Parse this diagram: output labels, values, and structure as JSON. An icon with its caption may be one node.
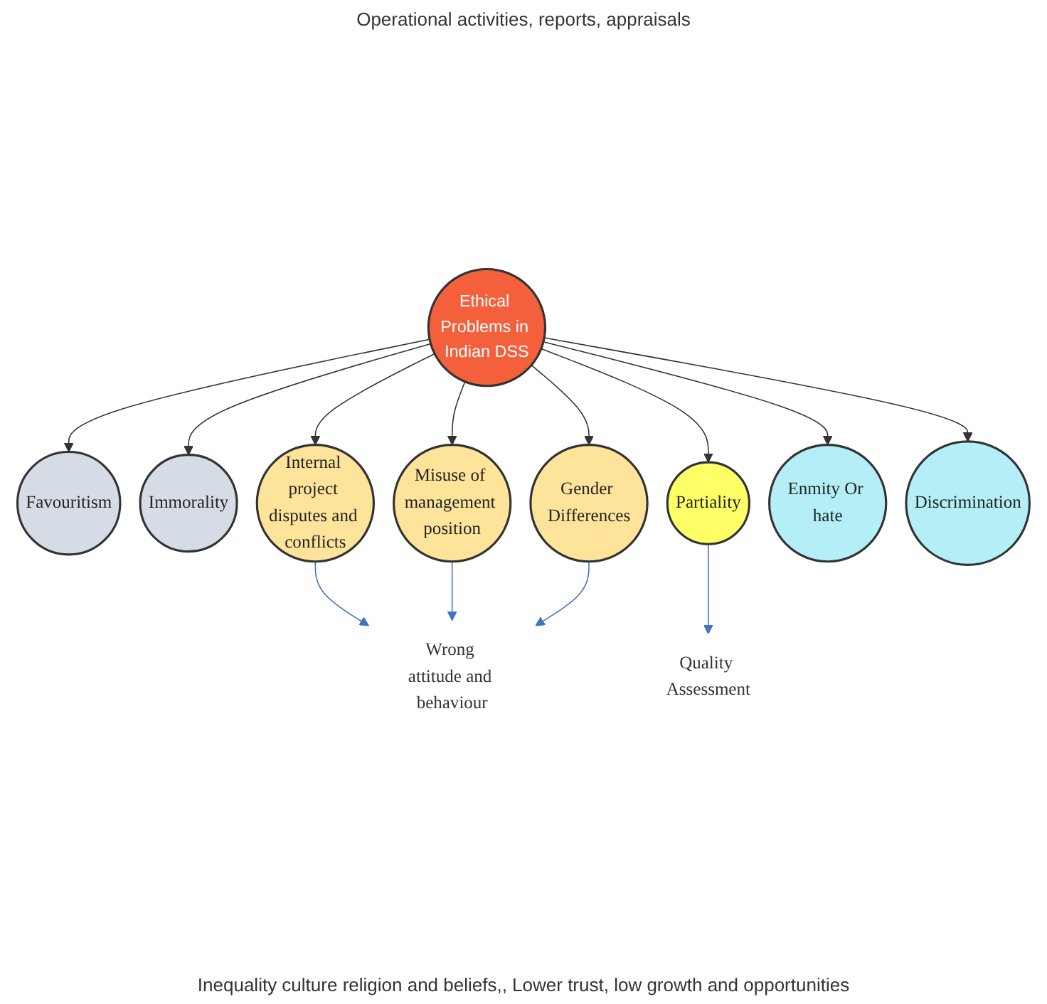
{
  "diagram": {
    "nodes": [
      {
        "text": [
          "Ethical Problems in Indian DSS"
        ]
      },
      {
        "text": [
          "Favouritism"
        ]
      },
      {
        "text": [
          "Immorality"
        ]
      },
      {
        "text": [
          "Internal project disputes and conflicts"
        ]
      },
      {
        "text": [
          "Misuse of management position"
        ]
      },
      {
        "text": [
          "Partiality"
        ]
      },
      {
        "text": [
          "Gender Differences"
        ]
      },
      {
        "text": [
          "Enmity Or hate"
        ]
      },
      {
        "text": [
          "Discrimination"
        ]
      },
      {
        "text": [
          "Wrong attitude and behaviour"
        ]
      },
      {
        "text": [
          "Quality Assessment"
        ]
      }
    ],
    "edges": [
      {
        "from": 0,
        "to": 1,
        "arrow": "to"
      },
      {
        "from": 0,
        "to": 2,
        "arrow": "to"
      },
      {
        "from": 0,
        "to": 3,
        "arrow": "to"
      },
      {
        "from": 0,
        "to": 4,
        "arrow": "to"
      },
      {
        "from": 0,
        "to": 5,
        "arrow": "to"
      },
      {
        "from": 0,
        "to": 6,
        "arrow": "to"
      },
      {
        "from": 0,
        "to": 7,
        "arrow": "to"
      },
      {
        "from": 0,
        "to": 8,
        "arrow": "to"
      },
      {
        "from": 3,
        "to": 9,
        "arrow": "to",
        "color": "#4472c4"
      },
      {
        "from": 4,
        "to": 9,
        "arrow": "to",
        "color": "#4472c4"
      },
      {
        "from": 6,
        "to": 9,
        "arrow": "to",
        "color": "#4472c4"
      },
      {
        "from": 5,
        "to": 10,
        "arrow": "to",
        "color": "#4472c4"
      }
    ],
    "labels": [
      "Operational activities, reports, appraisals",
      "Inequality culture religion and beliefs,, Lower trust, low growth and opportunities"
    ]
  }
}
